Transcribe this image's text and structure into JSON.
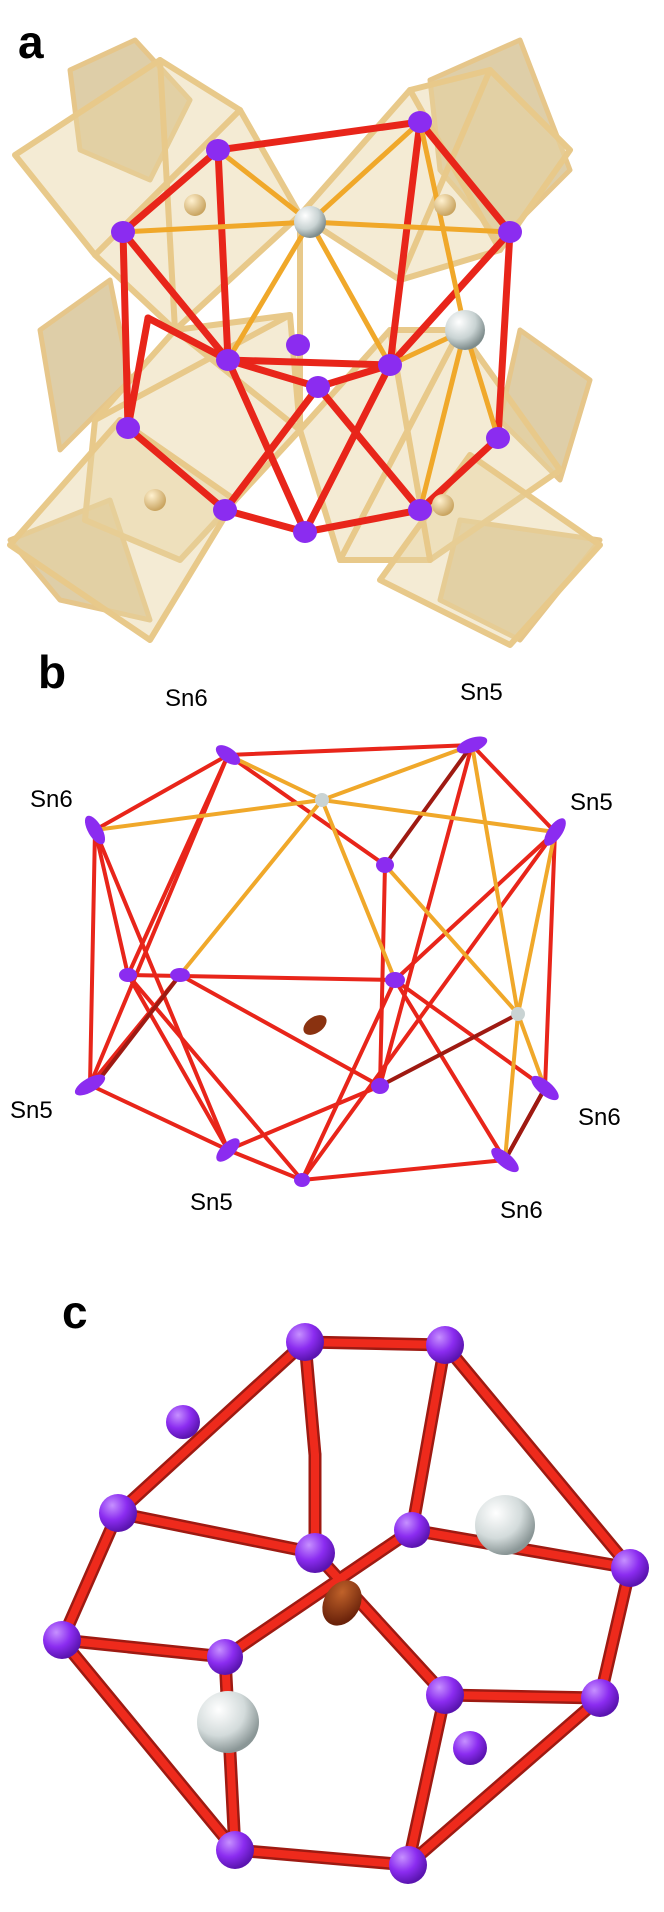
{
  "panel_a": {
    "label": "a"
  },
  "panel_b": {
    "label": "b",
    "atom_labels": [
      "Sn6",
      "Sn5",
      "Sn6",
      "Sn5",
      "Sn5",
      "Sn6",
      "Sn5",
      "Sn6"
    ]
  },
  "panel_c": {
    "label": "c"
  },
  "colors": {
    "tin": "#8b2cf0",
    "bond_red": "#e8251a",
    "bond_dark": "#9e1a12",
    "bond_orange": "#f0a82a",
    "polyhedron_edge": "#e6c68a",
    "polyhedron_face": "#dcc48e",
    "guest_white": "#dfe6e6",
    "center_atom": "#8a3210"
  }
}
